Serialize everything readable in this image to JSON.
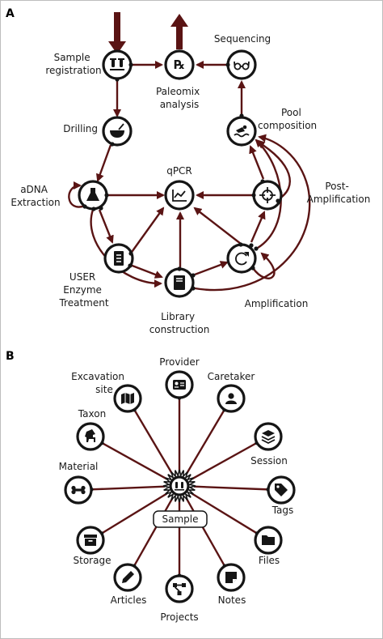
{
  "panels": {
    "a": "A",
    "b": "B"
  },
  "workflow": {
    "sample_registration": [
      "Sample",
      "registration"
    ],
    "paleomix_analysis": [
      "Paleomix",
      "analysis"
    ],
    "sequencing": [
      "Sequencing"
    ],
    "drilling": [
      "Drilling"
    ],
    "pool_composition": [
      "Pool",
      "composition"
    ],
    "adna_extraction": [
      "aDNA",
      "Extraction"
    ],
    "qpcr": [
      "qPCR"
    ],
    "post_amplification": [
      "Post-",
      "Amplification"
    ],
    "user_enzyme_treatment": [
      "USER",
      "Enzyme",
      "Treatment"
    ],
    "amplification": [
      "Amplification"
    ],
    "library_construction": [
      "Library",
      "construction"
    ]
  },
  "sample_model": {
    "center": "Sample",
    "provider": [
      "Provider"
    ],
    "caretaker": [
      "Caretaker"
    ],
    "excavation_site": [
      "Excavation",
      "site"
    ],
    "session": [
      "Session"
    ],
    "taxon": [
      "Taxon"
    ],
    "material": [
      "Material"
    ],
    "tags": [
      "Tags"
    ],
    "storage": [
      "Storage"
    ],
    "files": [
      "Files"
    ],
    "articles": [
      "Articles"
    ],
    "notes": [
      "Notes"
    ],
    "projects": [
      "Projects"
    ]
  },
  "colors": {
    "edge": "#5a1414",
    "node": "#151515"
  },
  "icons": {
    "sample_registration": "vials-icon",
    "paleomix_analysis": "prescription-icon",
    "sequencing": "glasses-icon",
    "drilling": "mortar-pestle-icon",
    "pool_composition": "swimmer-icon",
    "adna_extraction": "flask-icon",
    "qpcr": "line-chart-icon",
    "post_amplification": "crosshairs-icon",
    "user_enzyme_treatment": "scroll-icon",
    "amplification": "redo-icon",
    "library_construction": "book-icon",
    "provider": "id-card-icon",
    "caretaker": "user-icon",
    "excavation_site": "map-icon",
    "session": "layers-icon",
    "taxon": "horse-icon",
    "material": "bone-icon",
    "tags": "tags-icon",
    "storage": "archive-icon",
    "files": "folder-icon",
    "articles": "pencil-icon",
    "notes": "sticky-note-icon",
    "projects": "project-diagram-icon",
    "center": "vials-icon"
  }
}
